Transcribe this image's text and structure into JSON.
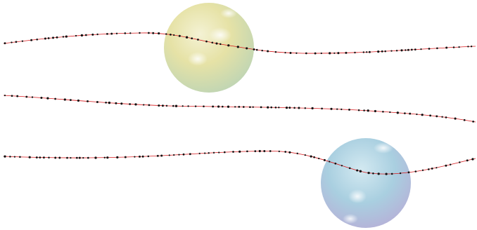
{
  "colors": {
    "background": "#ffffff",
    "trajectory_line": "#d7191c",
    "detection_point": "#111111",
    "sphere_top_base": "#e6e2a6",
    "sphere_top_tint": "#b9d3b6",
    "sphere_bottom_base": "#a9cfe0",
    "sphere_bottom_tint": "#b8abd6"
  },
  "scene": {
    "trajectories": [
      {
        "id": "track-1",
        "interacts_with": "sphere-upper"
      },
      {
        "id": "track-2",
        "interacts_with": "none"
      },
      {
        "id": "track-3",
        "interacts_with": "sphere-lower"
      }
    ],
    "spheres": [
      {
        "id": "sphere-upper",
        "color_key": "sphere_top"
      },
      {
        "id": "sphere-lower",
        "color_key": "sphere_bottom"
      }
    ]
  }
}
